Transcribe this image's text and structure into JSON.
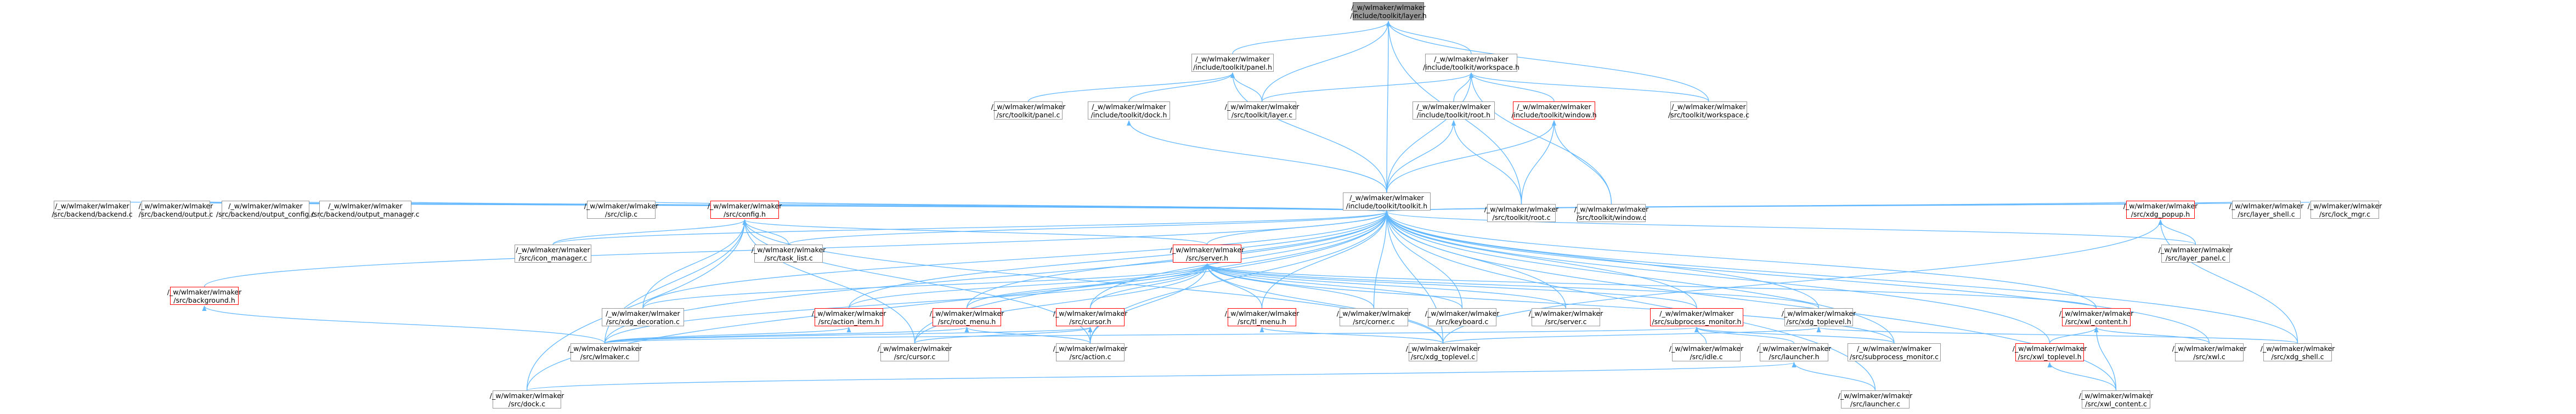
{
  "nodes": [
    {
      "id": "layer_h",
      "lines": [
        "/_w/wlmaker/wlmaker",
        "/include/toolkit/layer.h"
      ],
      "variant": "root"
    },
    {
      "id": "panel_h",
      "lines": [
        "/_w/wlmaker/wlmaker",
        "/include/toolkit/panel.h"
      ],
      "variant": "normal"
    },
    {
      "id": "workspace_h",
      "lines": [
        "/_w/wlmaker/wlmaker",
        "/include/toolkit/workspace.h"
      ],
      "variant": "normal"
    },
    {
      "id": "panel_c",
      "lines": [
        "/_w/wlmaker/wlmaker",
        "/src/toolkit/panel.c"
      ],
      "variant": "normal"
    },
    {
      "id": "dock_h",
      "lines": [
        "/_w/wlmaker/wlmaker",
        "/include/toolkit/dock.h"
      ],
      "variant": "normal"
    },
    {
      "id": "layer_c",
      "lines": [
        "/_w/wlmaker/wlmaker",
        "/src/toolkit/layer.c"
      ],
      "variant": "normal"
    },
    {
      "id": "root_h",
      "lines": [
        "/_w/wlmaker/wlmaker",
        "/include/toolkit/root.h"
      ],
      "variant": "normal"
    },
    {
      "id": "window_h",
      "lines": [
        "/_w/wlmaker/wlmaker",
        "/include/toolkit/window.h"
      ],
      "variant": "red"
    },
    {
      "id": "workspace_c",
      "lines": [
        "/_w/wlmaker/wlmaker",
        "/src/toolkit/workspace.c"
      ],
      "variant": "normal"
    },
    {
      "id": "toolkit_h",
      "lines": [
        "/_w/wlmaker/wlmaker",
        "/include/toolkit/toolkit.h"
      ],
      "variant": "normal"
    },
    {
      "id": "root_c",
      "lines": [
        "/_w/wlmaker/wlmaker",
        "/src/toolkit/root.c"
      ],
      "variant": "normal"
    },
    {
      "id": "window_c",
      "lines": [
        "/_w/wlmaker/wlmaker",
        "/src/toolkit/window.c"
      ],
      "variant": "normal"
    },
    {
      "id": "backend_c",
      "lines": [
        "/_w/wlmaker/wlmaker",
        "/src/backend/backend.c"
      ],
      "variant": "normal"
    },
    {
      "id": "output_c",
      "lines": [
        "/_w/wlmaker/wlmaker",
        "/src/backend/output.c"
      ],
      "variant": "normal"
    },
    {
      "id": "output_config_c",
      "lines": [
        "/_w/wlmaker/wlmaker",
        "/src/backend/output_config.c"
      ],
      "variant": "normal"
    },
    {
      "id": "output_manager_c",
      "lines": [
        "/_w/wlmaker/wlmaker",
        "/src/backend/output_manager.c"
      ],
      "variant": "normal"
    },
    {
      "id": "clip_c",
      "lines": [
        "/_w/wlmaker/wlmaker",
        "/src/clip.c"
      ],
      "variant": "normal"
    },
    {
      "id": "config_h",
      "lines": [
        "/_w/wlmaker/wlmaker",
        "/src/config.h"
      ],
      "variant": "red"
    },
    {
      "id": "xdg_popup_h",
      "lines": [
        "/_w/wlmaker/wlmaker",
        "/src/xdg_popup.h"
      ],
      "variant": "red"
    },
    {
      "id": "layer_shell_c",
      "lines": [
        "/_w/wlmaker/wlmaker",
        "/src/layer_shell.c"
      ],
      "variant": "normal"
    },
    {
      "id": "lock_mgr_c",
      "lines": [
        "/_w/wlmaker/wlmaker",
        "/src/lock_mgr.c"
      ],
      "variant": "normal"
    },
    {
      "id": "background_h",
      "lines": [
        "/_w/wlmaker/wlmaker",
        "/src/background.h"
      ],
      "variant": "red"
    },
    {
      "id": "icon_manager_c",
      "lines": [
        "/_w/wlmaker/wlmaker",
        "/src/icon_manager.c"
      ],
      "variant": "normal"
    },
    {
      "id": "task_list_c",
      "lines": [
        "/_w/wlmaker/wlmaker",
        "/src/task_list.c"
      ],
      "variant": "normal"
    },
    {
      "id": "server_h",
      "lines": [
        "/_w/wlmaker/wlmaker",
        "/src/server.h"
      ],
      "variant": "red"
    },
    {
      "id": "layer_panel_c",
      "lines": [
        "/_w/wlmaker/wlmaker",
        "/src/layer_panel.c"
      ],
      "variant": "normal"
    },
    {
      "id": "xdg_decoration_c",
      "lines": [
        "/_w/wlmaker/wlmaker",
        "/src/xdg_decoration.c"
      ],
      "variant": "normal"
    },
    {
      "id": "action_item_h",
      "lines": [
        "/_w/wlmaker/wlmaker",
        "/src/action_item.h"
      ],
      "variant": "red"
    },
    {
      "id": "root_menu_h",
      "lines": [
        "/_w/wlmaker/wlmaker",
        "/src/root_menu.h"
      ],
      "variant": "red"
    },
    {
      "id": "cursor_h",
      "lines": [
        "/_w/wlmaker/wlmaker",
        "/src/cursor.h"
      ],
      "variant": "red"
    },
    {
      "id": "tl_menu_h",
      "lines": [
        "/_w/wlmaker/wlmaker",
        "/src/tl_menu.h"
      ],
      "variant": "red"
    },
    {
      "id": "corner_c",
      "lines": [
        "/_w/wlmaker/wlmaker",
        "/src/corner.c"
      ],
      "variant": "normal"
    },
    {
      "id": "keyboard_c",
      "lines": [
        "/_w/wlmaker/wlmaker",
        "/src/keyboard.c"
      ],
      "variant": "normal"
    },
    {
      "id": "server_c",
      "lines": [
        "/_w/wlmaker/wlmaker",
        "/src/server.c"
      ],
      "variant": "normal"
    },
    {
      "id": "subprocess_monitor_h",
      "lines": [
        "/_w/wlmaker/wlmaker",
        "/src/subprocess_monitor.h"
      ],
      "variant": "red"
    },
    {
      "id": "xdg_toplevel_h",
      "lines": [
        "/_w/wlmaker/wlmaker",
        "/src/xdg_toplevel.h"
      ],
      "variant": "normal"
    },
    {
      "id": "xwl_content_h",
      "lines": [
        "/_w/wlmaker/wlmaker",
        "/src/xwl_content.h"
      ],
      "variant": "red"
    },
    {
      "id": "wlmaker_c",
      "lines": [
        "/_w/wlmaker/wlmaker",
        "/src/wlmaker.c"
      ],
      "variant": "normal"
    },
    {
      "id": "cursor_c",
      "lines": [
        "/_w/wlmaker/wlmaker",
        "/src/cursor.c"
      ],
      "variant": "normal"
    },
    {
      "id": "action_c",
      "lines": [
        "/_w/wlmaker/wlmaker",
        "/src/action.c"
      ],
      "variant": "normal"
    },
    {
      "id": "xdg_toplevel_c",
      "lines": [
        "/_w/wlmaker/wlmaker",
        "/src/xdg_toplevel.c"
      ],
      "variant": "normal"
    },
    {
      "id": "idle_c",
      "lines": [
        "/_w/wlmaker/wlmaker",
        "/src/idle.c"
      ],
      "variant": "normal"
    },
    {
      "id": "launcher_h",
      "lines": [
        "/_w/wlmaker/wlmaker",
        "/src/launcher.h"
      ],
      "variant": "normal"
    },
    {
      "id": "subprocess_monitor_c",
      "lines": [
        "/_w/wlmaker/wlmaker",
        "/src/subprocess_monitor.c"
      ],
      "variant": "normal"
    },
    {
      "id": "xwl_toplevel_h",
      "lines": [
        "/_w/wlmaker/wlmaker",
        "/src/xwl_toplevel.h"
      ],
      "variant": "red"
    },
    {
      "id": "xwl_c",
      "lines": [
        "/_w/wlmaker/wlmaker",
        "/src/xwl.c"
      ],
      "variant": "normal"
    },
    {
      "id": "xdg_shell_c",
      "lines": [
        "/_w/wlmaker/wlmaker",
        "/src/xdg_shell.c"
      ],
      "variant": "normal"
    },
    {
      "id": "dock_c",
      "lines": [
        "/_w/wlmaker/wlmaker",
        "/src/dock.c"
      ],
      "variant": "normal"
    },
    {
      "id": "launcher_c",
      "lines": [
        "/_w/wlmaker/wlmaker",
        "/src/launcher.c"
      ],
      "variant": "normal"
    },
    {
      "id": "xwl_content_c",
      "lines": [
        "/_w/wlmaker/wlmaker",
        "/src/xwl_content.c"
      ],
      "variant": "normal"
    }
  ],
  "edges": [
    [
      "panel_h",
      "layer_h"
    ],
    [
      "workspace_h",
      "layer_h"
    ],
    [
      "layer_c",
      "layer_h"
    ],
    [
      "workspace_c",
      "layer_h"
    ],
    [
      "toolkit_h",
      "layer_h"
    ],
    [
      "root_c",
      "layer_h"
    ],
    [
      "panel_c",
      "panel_h"
    ],
    [
      "dock_h",
      "panel_h"
    ],
    [
      "toolkit_h",
      "panel_h"
    ],
    [
      "layer_c",
      "panel_h"
    ],
    [
      "layer_c",
      "workspace_h"
    ],
    [
      "root_h",
      "workspace_h"
    ],
    [
      "window_h",
      "workspace_h"
    ],
    [
      "workspace_c",
      "workspace_h"
    ],
    [
      "toolkit_h",
      "workspace_h"
    ],
    [
      "window_c",
      "workspace_h"
    ],
    [
      "toolkit_h",
      "dock_h"
    ],
    [
      "toolkit_h",
      "root_h"
    ],
    [
      "root_c",
      "root_h"
    ],
    [
      "toolkit_h",
      "window_h"
    ],
    [
      "root_c",
      "window_h"
    ],
    [
      "window_c",
      "window_h"
    ],
    [
      "backend_c",
      "toolkit_h"
    ],
    [
      "output_c",
      "toolkit_h"
    ],
    [
      "output_config_c",
      "toolkit_h"
    ],
    [
      "output_manager_c",
      "toolkit_h"
    ],
    [
      "clip_c",
      "toolkit_h"
    ],
    [
      "config_h",
      "toolkit_h"
    ],
    [
      "xdg_popup_h",
      "toolkit_h"
    ],
    [
      "layer_shell_c",
      "toolkit_h"
    ],
    [
      "lock_mgr_c",
      "toolkit_h"
    ],
    [
      "background_h",
      "toolkit_h"
    ],
    [
      "icon_manager_c",
      "toolkit_h"
    ],
    [
      "task_list_c",
      "toolkit_h"
    ],
    [
      "server_h",
      "toolkit_h"
    ],
    [
      "layer_panel_c",
      "toolkit_h"
    ],
    [
      "xdg_decoration_c",
      "toolkit_h"
    ],
    [
      "action_item_h",
      "toolkit_h"
    ],
    [
      "root_menu_h",
      "toolkit_h"
    ],
    [
      "cursor_h",
      "toolkit_h"
    ],
    [
      "tl_menu_h",
      "toolkit_h"
    ],
    [
      "corner_c",
      "toolkit_h"
    ],
    [
      "keyboard_c",
      "toolkit_h"
    ],
    [
      "server_c",
      "toolkit_h"
    ],
    [
      "subprocess_monitor_h",
      "toolkit_h"
    ],
    [
      "xdg_toplevel_h",
      "toolkit_h"
    ],
    [
      "xwl_content_h",
      "toolkit_h"
    ],
    [
      "wlmaker_c",
      "toolkit_h"
    ],
    [
      "cursor_c",
      "toolkit_h"
    ],
    [
      "action_c",
      "toolkit_h"
    ],
    [
      "xdg_toplevel_c",
      "toolkit_h"
    ],
    [
      "xwl_toplevel_h",
      "toolkit_h"
    ],
    [
      "xwl_c",
      "toolkit_h"
    ],
    [
      "xdg_shell_c",
      "toolkit_h"
    ],
    [
      "dock_c",
      "toolkit_h"
    ],
    [
      "launcher_c",
      "toolkit_h"
    ],
    [
      "xwl_content_c",
      "toolkit_h"
    ],
    [
      "subprocess_monitor_c",
      "toolkit_h"
    ],
    [
      "icon_manager_c",
      "config_h"
    ],
    [
      "task_list_c",
      "config_h"
    ],
    [
      "server_h",
      "config_h"
    ],
    [
      "xdg_decoration_c",
      "config_h"
    ],
    [
      "wlmaker_c",
      "config_h"
    ],
    [
      "dock_c",
      "config_h"
    ],
    [
      "action_c",
      "config_h"
    ],
    [
      "xdg_toplevel_c",
      "config_h"
    ],
    [
      "cursor_c",
      "config_h"
    ],
    [
      "layer_panel_c",
      "xdg_popup_h"
    ],
    [
      "xdg_shell_c",
      "xdg_popup_h"
    ],
    [
      "xdg_toplevel_c",
      "xdg_popup_h"
    ],
    [
      "wlmaker_c",
      "background_h"
    ],
    [
      "xdg_decoration_c",
      "server_h"
    ],
    [
      "action_item_h",
      "server_h"
    ],
    [
      "root_menu_h",
      "server_h"
    ],
    [
      "cursor_h",
      "server_h"
    ],
    [
      "tl_menu_h",
      "server_h"
    ],
    [
      "corner_c",
      "server_h"
    ],
    [
      "keyboard_c",
      "server_h"
    ],
    [
      "server_c",
      "server_h"
    ],
    [
      "subprocess_monitor_h",
      "server_h"
    ],
    [
      "xdg_toplevel_h",
      "server_h"
    ],
    [
      "xwl_content_h",
      "server_h"
    ],
    [
      "wlmaker_c",
      "server_h"
    ],
    [
      "action_c",
      "server_h"
    ],
    [
      "cursor_c",
      "server_h"
    ],
    [
      "xdg_toplevel_c",
      "server_h"
    ],
    [
      "subprocess_monitor_c",
      "server_h"
    ],
    [
      "wlmaker_c",
      "action_item_h"
    ],
    [
      "wlmaker_c",
      "root_menu_h"
    ],
    [
      "action_c",
      "root_menu_h"
    ],
    [
      "wlmaker_c",
      "cursor_h"
    ],
    [
      "cursor_c",
      "cursor_h"
    ],
    [
      "action_c",
      "cursor_h"
    ],
    [
      "xdg_toplevel_c",
      "tl_menu_h"
    ],
    [
      "idle_c",
      "subprocess_monitor_h"
    ],
    [
      "launcher_h",
      "subprocess_monitor_h"
    ],
    [
      "subprocess_monitor_c",
      "subprocess_monitor_h"
    ],
    [
      "wlmaker_c",
      "subprocess_monitor_h"
    ],
    [
      "xdg_shell_c",
      "xdg_toplevel_h"
    ],
    [
      "xdg_toplevel_c",
      "xdg_toplevel_h"
    ],
    [
      "xwl_toplevel_h",
      "xwl_content_h"
    ],
    [
      "xwl_c",
      "xwl_content_h"
    ],
    [
      "xwl_content_c",
      "xwl_content_h"
    ],
    [
      "xwl_content_c",
      "xwl_toplevel_h"
    ],
    [
      "dock_c",
      "launcher_h"
    ],
    [
      "launcher_c",
      "launcher_h"
    ]
  ]
}
